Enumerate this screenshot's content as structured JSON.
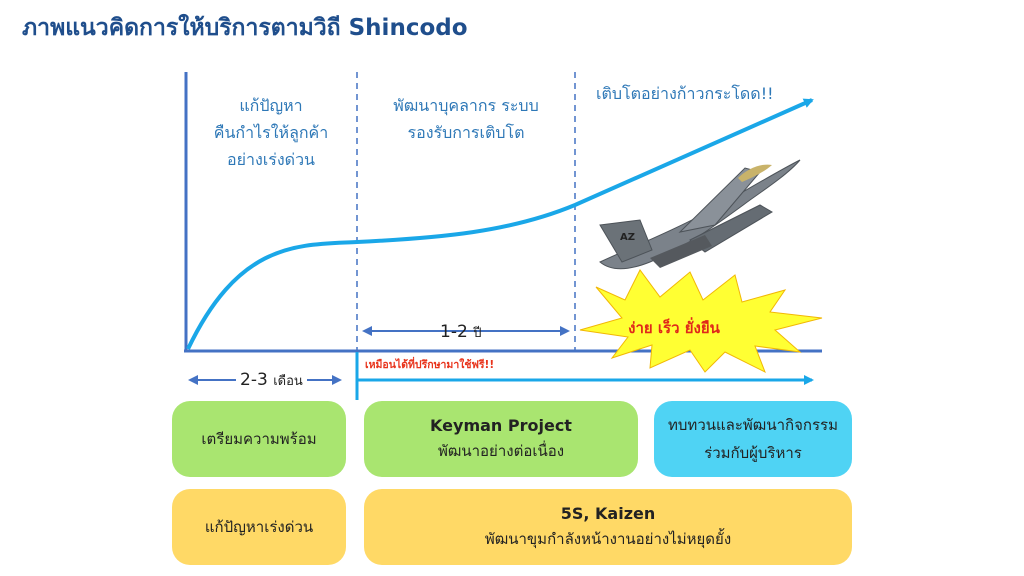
{
  "title": "ภาพแนวคิดการให้บริการตามวิถี Shincodo",
  "phases": [
    {
      "text": "แก้ปัญหา\nคืนกำไรให้ลูกค้า\nอย่างเร่งด่วน"
    },
    {
      "text": "พัฒนาบุคลากร ระบบ\nรองรับการเติบโต"
    },
    {
      "text": "เติบโตอย่างก้าวกระโดด!!"
    }
  ],
  "durations": {
    "first": {
      "value": "2-3",
      "unit": "เดือน"
    },
    "second": {
      "value": "1-2",
      "unit": "ปี"
    }
  },
  "burst_text": "ง่าย เร็ว ยั่งยืน",
  "note": "เหมือนได้ที่ปรึกษามาใช้ฟรี!!",
  "row1": {
    "prepare": "เตรียมความพร้อม",
    "keyman_title": "Keyman Project",
    "keyman_sub": "พัฒนาอย่างต่อเนื่อง",
    "review_line1": "ทบทวนและพัฒนากิจกรรม",
    "review_line2": "ร่วมกับผู้บริหาร"
  },
  "row2": {
    "urgent": "แก้ปัญหาเร่งด่วน",
    "kaizen_title": "5S, Kaizen",
    "kaizen_sub": "พัฒนาขุมกำลังหน้างานอย่างไม่หยุดยั้ง"
  },
  "colors": {
    "axis": "#4472c4",
    "curve": "#1aa7e8",
    "title": "#1f4e8c",
    "phase_text": "#2e78b7",
    "green": "#a9e570",
    "cyan": "#4fd3f4",
    "yellow": "#ffd966",
    "burst": "#ffff33",
    "burst_text": "#e0281a"
  },
  "icons": [
    "fighter-jet-icon",
    "starburst-icon"
  ]
}
